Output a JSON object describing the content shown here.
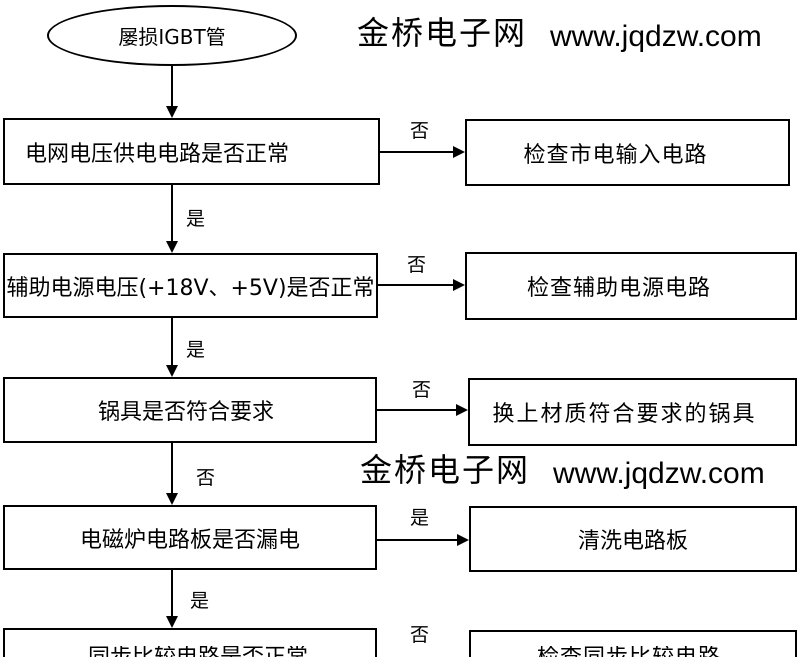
{
  "watermark": {
    "brand": "金桥电子网",
    "url": "www.jqdzw.com"
  },
  "flow": {
    "start": "屡损IGBT管",
    "decisions": [
      {
        "text": "电网电压供电电路是否正常",
        "side_label": "否",
        "side_action": "检查市电输入电路",
        "next_label": "是"
      },
      {
        "text": "辅助电源电压(+18V、+5V)是否正常",
        "side_label": "否",
        "side_action": "检查辅助电源电路",
        "next_label": "是"
      },
      {
        "text": "锅具是否符合要求",
        "side_label": "否",
        "side_action": "换上材质符合要求的锅具",
        "next_label": "否"
      },
      {
        "text": "电磁炉电路板是否漏电",
        "side_label": "是",
        "side_action": "清洗电路板",
        "next_label": "是"
      },
      {
        "text": "同步比较电路是否正常",
        "side_label": "否",
        "side_action": "检查同步比较电路"
      }
    ]
  }
}
